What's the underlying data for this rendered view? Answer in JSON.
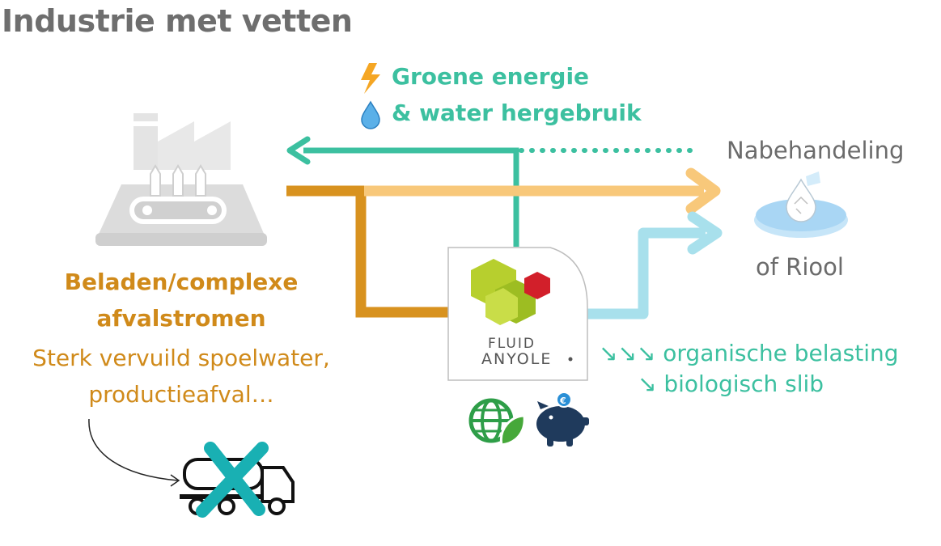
{
  "title": "Industrie met vetten",
  "benefits": {
    "energy": "Groene energie",
    "water": "& water hergebruik"
  },
  "outputs": {
    "post_treatment": "Nabehandeling",
    "sewer": "of Riool"
  },
  "waste": {
    "title_line1": "Beladen/complexe",
    "title_line2": "afvalstromen",
    "desc_line1": "Sterk vervuild spoelwater,",
    "desc_line2": "productieafval…"
  },
  "reductions": {
    "organic": "↘↘↘ organische belasting",
    "sludge": "↘ biologisch slib"
  },
  "logo": {
    "line1": "FLUID",
    "line2": "ANYOLE"
  },
  "colors": {
    "green": "#3cc0a0",
    "orange": "#d08a1a",
    "light_orange": "#f8c87a",
    "light_blue": "#a8e0ec",
    "grey_text": "#6b6b6b"
  },
  "icons": {
    "energy": "lightning-icon",
    "water": "water-drop-icon",
    "factory": "factory-icon",
    "post_treatment": "recycle-water-icon",
    "ecology": "globe-leaf-icon",
    "savings": "piggy-bank-icon",
    "truck": "truck-icon",
    "cancel": "cross-icon"
  }
}
